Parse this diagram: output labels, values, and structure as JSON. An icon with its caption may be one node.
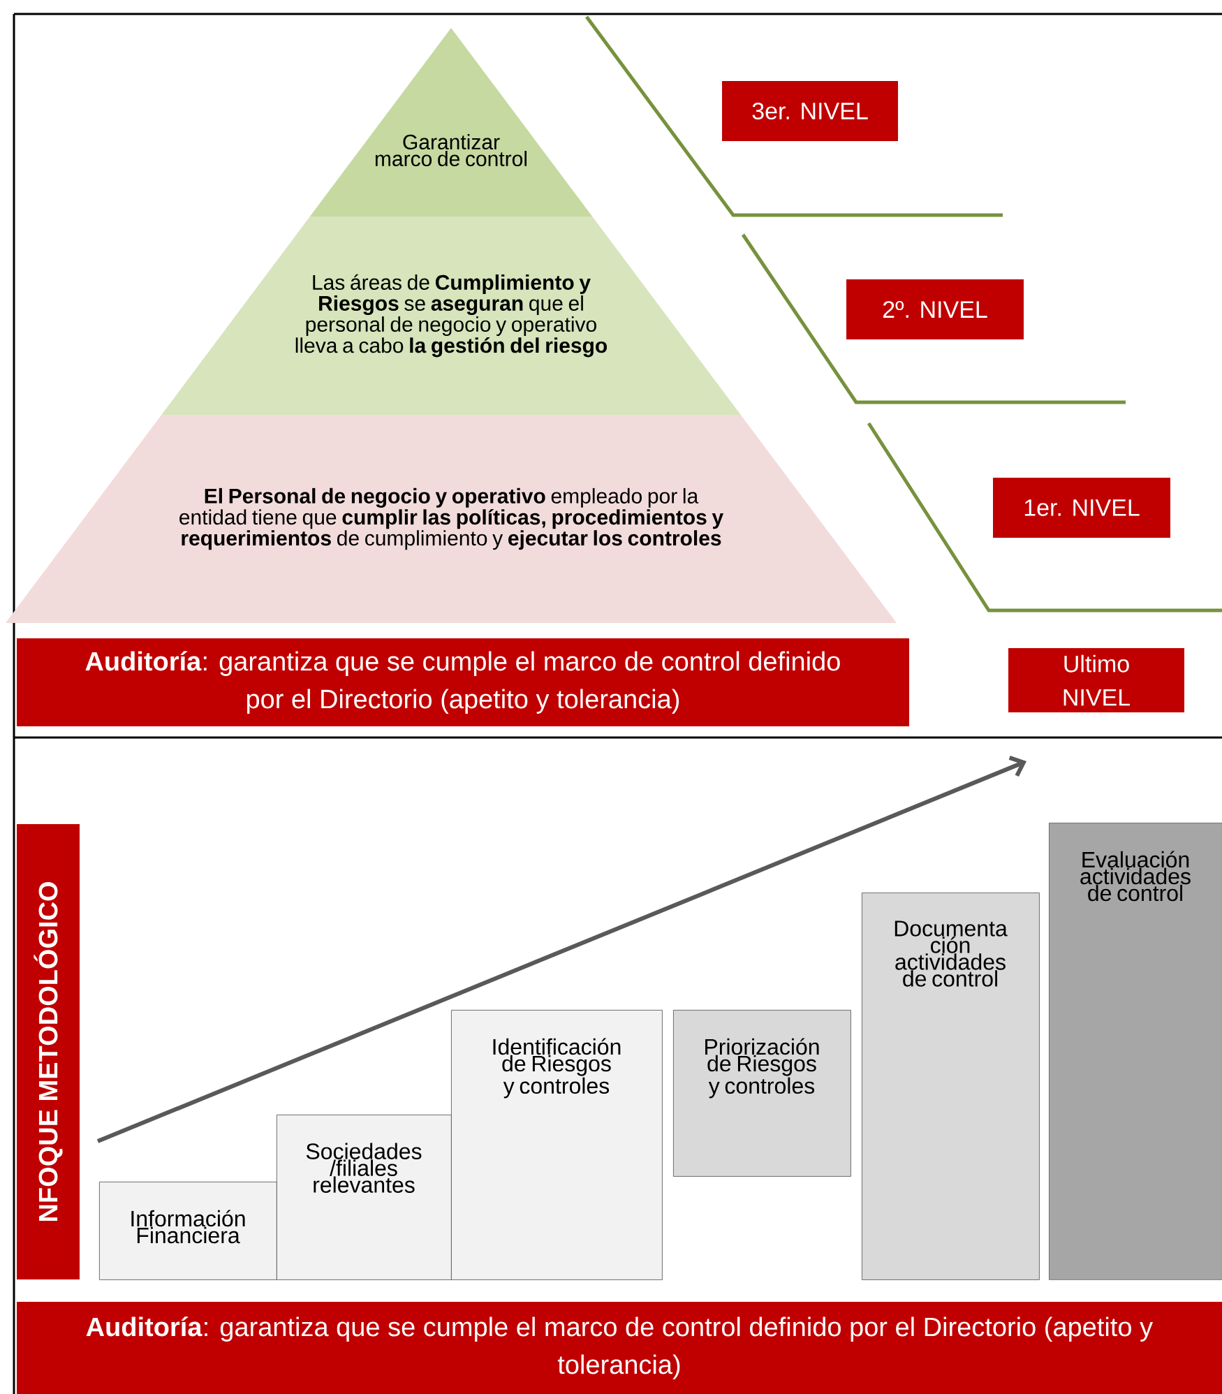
{
  "diagram": {
    "nodes": [
      {
        "text": [
          "Garantizar marco de control"
        ]
      },
      {
        "text": [
          "Las áreas de **Cumplimiento y Riesgos** se **aseguran** que el personal de negocio y operativo lleva a cabo **la gestión del riesgo**"
        ]
      },
      {
        "text": [
          "**El Personal de negocio y operativo** empleado por la entidad tiene que **cumplir las políticas, procedimientos y requerimientos** de cumplimiento y **ejecutar los controles**"
        ]
      },
      {
        "text": [
          "**Auditoría**: garantiza que se cumple el marco de control definido por el Directorio (apetito y tolerancia)"
        ]
      },
      {
        "text": [
          "3er. NIVEL"
        ]
      },
      {
        "text": [
          "2º. NIVEL"
        ]
      },
      {
        "text": [
          "1er. NIVEL"
        ]
      },
      {
        "text": [
          "Ultimo NIVEL"
        ]
      },
      {
        "text": [
          "NFOQUE METODOLÓGICO"
        ]
      },
      {
        "text": [
          "Información Financiera"
        ]
      },
      {
        "text": [
          "Sociedades /filiales relevantes"
        ]
      },
      {
        "text": [
          "Identificación de Riesgos y controles"
        ]
      },
      {
        "text": [
          "Priorización de Riesgos y controles"
        ]
      },
      {
        "text": [
          "Documenta ción actividades de control"
        ]
      },
      {
        "text": [
          "Evaluación actividades de control"
        ]
      },
      {
        "text": [
          "**Auditoría**: garantiza que se cumple el marco de control definido por el Directorio (apetito y tolerancia)"
        ]
      }
    ]
  }
}
